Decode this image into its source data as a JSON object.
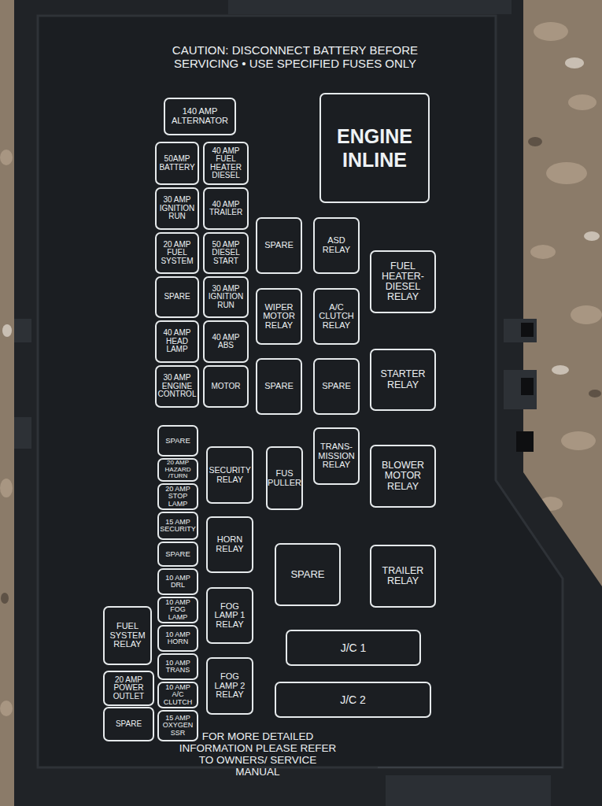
{
  "diagram": {
    "nodes": [
      {
        "text": [
          "140 AMP ALTERNATOR"
        ]
      },
      {
        "text": [
          "ENGINE INLINE"
        ]
      },
      {
        "text": [
          "50AMP BATTERY"
        ]
      },
      {
        "text": [
          "40 AMP FUEL HEATER DIESEL"
        ]
      },
      {
        "text": [
          "30 AMP IGNITION RUN"
        ]
      },
      {
        "text": [
          "40 AMP TRAILER"
        ]
      },
      {
        "text": [
          "SPARE"
        ]
      },
      {
        "text": [
          "ASD RELAY"
        ]
      },
      {
        "text": [
          "FUEL HEATER-DIESEL RELAY"
        ]
      },
      {
        "text": [
          "20 AMP FUEL SYSTEM"
        ]
      },
      {
        "text": [
          "50 AMP DIESEL START"
        ]
      },
      {
        "text": [
          "SPARE"
        ]
      },
      {
        "text": [
          "30 AMP IGNITION RUN"
        ]
      },
      {
        "text": [
          "WIPER MOTOR RELAY"
        ]
      },
      {
        "text": [
          "A/C CLUTCH RELAY"
        ]
      },
      {
        "text": [
          "40 AMP HEAD LAMP"
        ]
      },
      {
        "text": [
          "40 AMP ABS"
        ]
      },
      {
        "text": [
          "STARTER RELAY"
        ]
      },
      {
        "text": [
          "SPARE"
        ]
      },
      {
        "text": [
          "SPARE"
        ]
      },
      {
        "text": [
          "30 AMP ENGINE CONTROL"
        ]
      },
      {
        "text": [
          "MOTOR"
        ]
      },
      {
        "text": [
          "SPARE"
        ]
      },
      {
        "text": [
          "20 AMP HAZARD /TURN"
        ]
      },
      {
        "text": [
          "20 AMP STOP LAMP"
        ]
      },
      {
        "text": [
          "TRANS-MISSION RELAY"
        ]
      },
      {
        "text": [
          "SECURITY RELAY"
        ]
      },
      {
        "text": [
          "FUS PULLER"
        ]
      },
      {
        "text": [
          "BLOWER MOTOR RELAY"
        ]
      },
      {
        "text": [
          "15 AMP SECURITY"
        ]
      },
      {
        "text": [
          "SPARE"
        ]
      },
      {
        "text": [
          "HORN RELAY"
        ]
      },
      {
        "text": [
          "SPARE"
        ]
      },
      {
        "text": [
          "TRAILER RELAY"
        ]
      },
      {
        "text": [
          "10 AMP DRL"
        ]
      },
      {
        "text": [
          "10 AMP FOG LAMP"
        ]
      },
      {
        "text": [
          "FOG LAMP 1 RELAY"
        ]
      },
      {
        "text": [
          "FUEL SYSTEM RELAY"
        ]
      },
      {
        "text": [
          "10 AMP HORN"
        ]
      },
      {
        "text": [
          "J/C 1"
        ]
      },
      {
        "text": [
          "10 AMP TRANS"
        ]
      },
      {
        "text": [
          "FOG LAMP 2 RELAY"
        ]
      },
      {
        "text": [
          "20 AMP POWER OUTLET"
        ]
      },
      {
        "text": [
          "J/C 2"
        ]
      },
      {
        "text": [
          "10 AMP A/C CLUTCH"
        ]
      },
      {
        "text": [
          "SPARE"
        ]
      },
      {
        "text": [
          "15 AMP OXYGEN SSR"
        ]
      }
    ],
    "labels": [
      "CAUTION: DISCONNECT BATTERY BEFORE SERVICING • USE SPECIFIED FUSES ONLY",
      "FOR MORE DETAILED INFORMATION PLEASE REFER TO OWNERS/ SERVICE MANUAL"
    ]
  }
}
